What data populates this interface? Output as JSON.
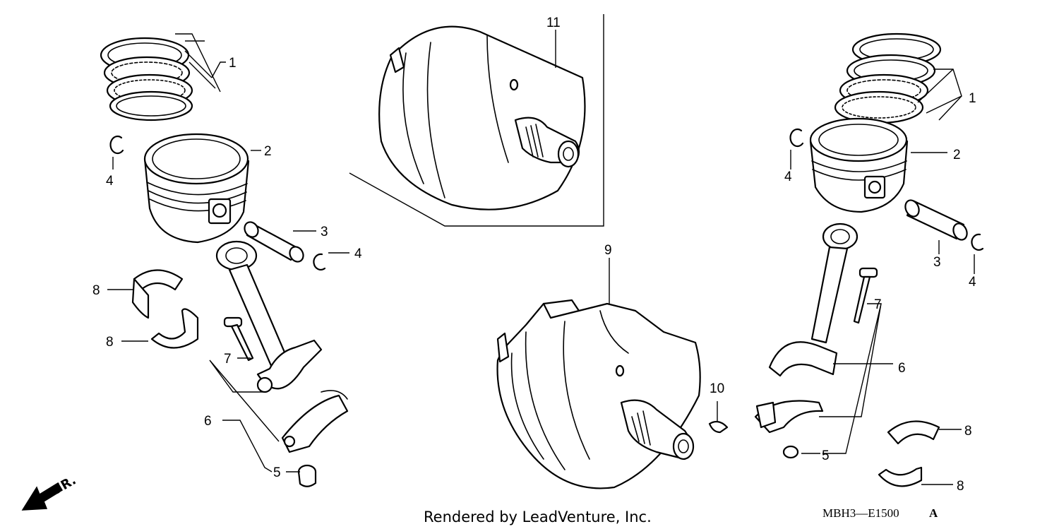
{
  "callouts": {
    "piston_ring_left": "1",
    "piston_left": "2",
    "piston_pin_left": "3",
    "clip_left_upper": "4",
    "clip_left_lower": "4",
    "bearing_left_upper": "8",
    "bearing_left_lower": "8",
    "bolt_left": "7",
    "rod_left": "6",
    "nut_left": "5",
    "crankshaft_detail": "11",
    "crankshaft_main": "9",
    "key": "10",
    "piston_ring_right": "1",
    "piston_right": "2",
    "clip_right_upper": "4",
    "clip_right_lower": "4",
    "piston_pin_right": "3",
    "bolt_right": "7",
    "rod_right": "6",
    "nut_right": "5",
    "bearing_right_upper": "8",
    "bearing_right_lower": "8"
  },
  "footer": {
    "credit": "Rendered by LeadVenture, Inc.",
    "diagram_code": "MBH3—E1500",
    "diagram_suffix": "A",
    "direction_label": "FR."
  },
  "colors": {
    "ink": "#000000",
    "paper": "#ffffff"
  }
}
